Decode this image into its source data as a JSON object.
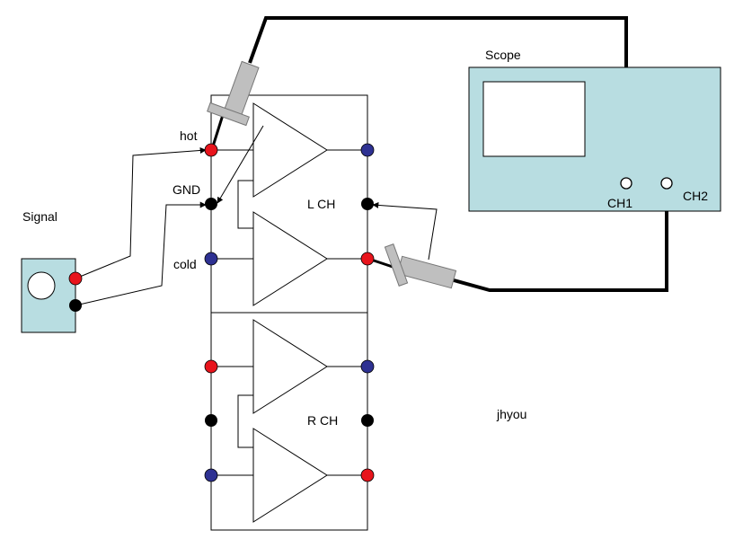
{
  "labels": {
    "scope": "Scope",
    "ch1": "CH1",
    "ch2": "CH2",
    "signal": "Signal",
    "hot": "hot",
    "gnd": "GND",
    "cold": "cold",
    "left_channel": "L CH",
    "right_channel": "R CH",
    "author": "jhyou"
  },
  "colors": {
    "scope_fill": "#b8dde1",
    "signal_fill": "#b8dde1",
    "probe_fill": "#bfbfbf",
    "terminal_hot": "#e8141c",
    "terminal_ground": "#000000",
    "terminal_cold": "#2e3192"
  }
}
